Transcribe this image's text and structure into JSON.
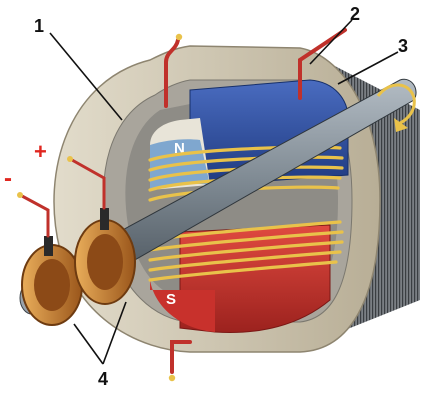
{
  "labels": {
    "part_1": "1",
    "part_2": "2",
    "part_3": "3",
    "part_4": "4"
  },
  "poles": {
    "north": "N",
    "south": "S"
  },
  "terminals": {
    "positive": "+",
    "negative": "-"
  },
  "colors": {
    "stator_outer": "#cfc6b0",
    "stator_inner": "#9a9a9a",
    "pole_north": "#2f4e9c",
    "pole_south": "#c8312c",
    "winding": "#e9c24a",
    "wire": "#c0312b",
    "shaft": "#6b7680",
    "ring": "#c27a2a",
    "terminal_plus": "#e0261f"
  },
  "icons": {
    "rotation": "rotation-arrow-icon"
  }
}
